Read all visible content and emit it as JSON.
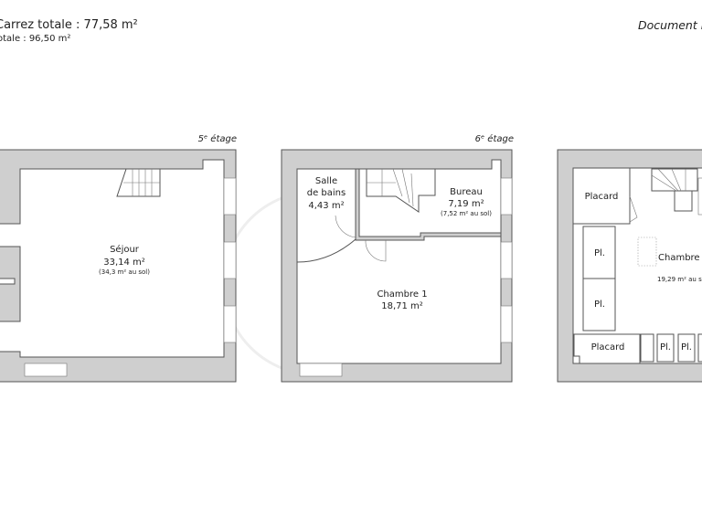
{
  "header": {
    "carrez_total": "Carrez totale : 77,58 m²",
    "surface_total": "otale : 96,50 m²",
    "document_note": "Document r"
  },
  "colors": {
    "wall": "#cfcfcf",
    "outline": "#555555"
  },
  "floors": [
    {
      "level": "5ᵉ étage",
      "rooms": [
        {
          "name": "Séjour",
          "area": "33,14 m²",
          "floor_area": "(34,3 m² au sol)"
        }
      ]
    },
    {
      "level": "6ᵉ étage",
      "rooms": [
        {
          "name_line1": "Salle",
          "name_line2": "de bains",
          "area": "4,43 m²"
        },
        {
          "name": "Bureau",
          "area": "7,19 m²",
          "floor_area": "(7,52 m² au sol)"
        },
        {
          "name": "Chambre 1",
          "area": "18,71 m²"
        }
      ]
    },
    {
      "level": "",
      "rooms": [
        {
          "name": "Placard"
        },
        {
          "name": "Pl."
        },
        {
          "name": "Pl."
        },
        {
          "name": "Placard"
        },
        {
          "name": "Pl."
        },
        {
          "name": "Pl."
        },
        {
          "name": "Chambre",
          "floor_area": "19,29 m² au s"
        }
      ]
    }
  ]
}
